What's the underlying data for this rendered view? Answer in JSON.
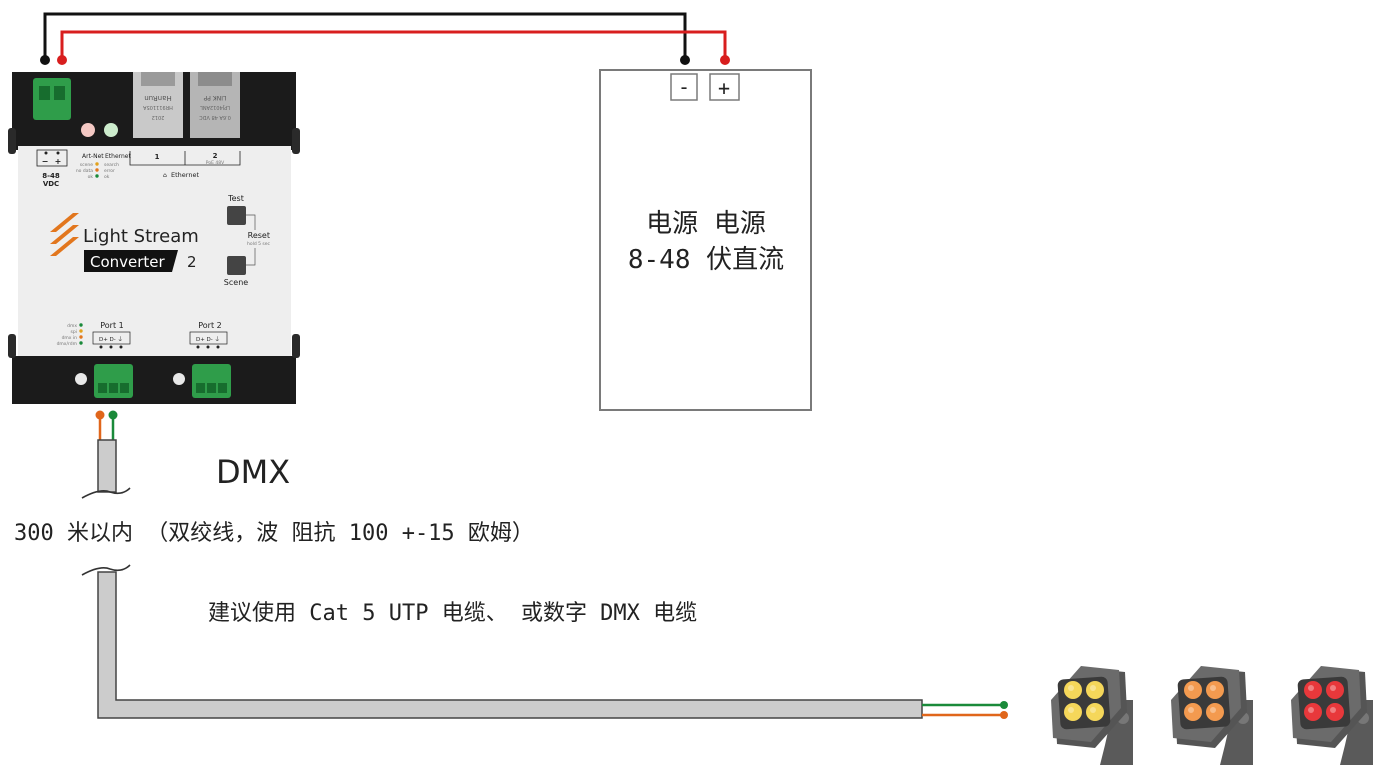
{
  "device": {
    "brand_name": "Light Stream",
    "model_name": "Converter",
    "model_number": "2",
    "power_terminal": {
      "minus": "−",
      "plus": "+",
      "voltage": "8-48",
      "unit": "VDC"
    },
    "led_legend": {
      "col1_title": "Art-Net",
      "col1_rows": [
        "scene",
        "no data",
        "ok"
      ],
      "col2_title": "Ethernet",
      "col2_rows": [
        "search",
        "error",
        "ok"
      ]
    },
    "ethernet": {
      "port1": "1",
      "port2": "2",
      "port2_sub": "PoE 48V",
      "label": "Ethernet"
    },
    "rj45_left_text": [
      "HanRun",
      "HR911105A",
      "2012"
    ],
    "rj45_right_text": [
      "LINK PP",
      "LPJ4012ANL",
      "0.6A 48 VDC"
    ],
    "buttons": {
      "test": "Test",
      "reset": "Reset",
      "hold": "hold 5 sec",
      "scene": "Scene"
    },
    "port_status": [
      "dmx",
      "spi",
      "dmx in",
      "dmx/rdm"
    ],
    "port1": {
      "label": "Port 1",
      "pins": "D+ D- ⏚"
    },
    "port2": {
      "label": "Port 2",
      "pins": "D+ D- ⏚"
    }
  },
  "power_supply": {
    "minus": "-",
    "plus": "+",
    "line1": "电源 电源",
    "line2": "8-48 伏直流"
  },
  "cable": {
    "dmx_label": "DMX",
    "length_label": "300 米以内 （双绞线，波 阻抗 100 +-15 欧姆）",
    "recommendation": "建议使用 Cat 5 UTP 电缆、 或数字 DMX 电缆"
  },
  "fixtures": [
    {
      "lens_color": "#f5d75a"
    },
    {
      "lens_color": "#f39a4f"
    },
    {
      "lens_color": "#e8383b"
    }
  ],
  "colors": {
    "wire_red": "#d81e1e",
    "wire_black": "#111111",
    "wire_orange": "#e0661b",
    "wire_green": "#1a8a3a",
    "terminal_green": "#2f9d4a",
    "logo_orange": "#e2761d"
  }
}
